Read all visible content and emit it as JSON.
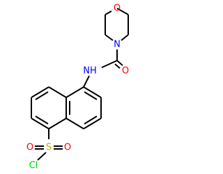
{
  "structure": {
    "atoms": {
      "o_ring": "O",
      "n_ring": "N",
      "o_carbonyl": "O",
      "nh": "NH",
      "s": "S",
      "o_sulfonyl_left": "O",
      "o_sulfonyl_right": "O",
      "cl": "Cl"
    },
    "colors": {
      "bond": "#000000",
      "oxygen": "#ff0000",
      "nitrogen": "#0000ff",
      "sulfur": "#b3b300",
      "chlorine": "#00cc00"
    }
  }
}
